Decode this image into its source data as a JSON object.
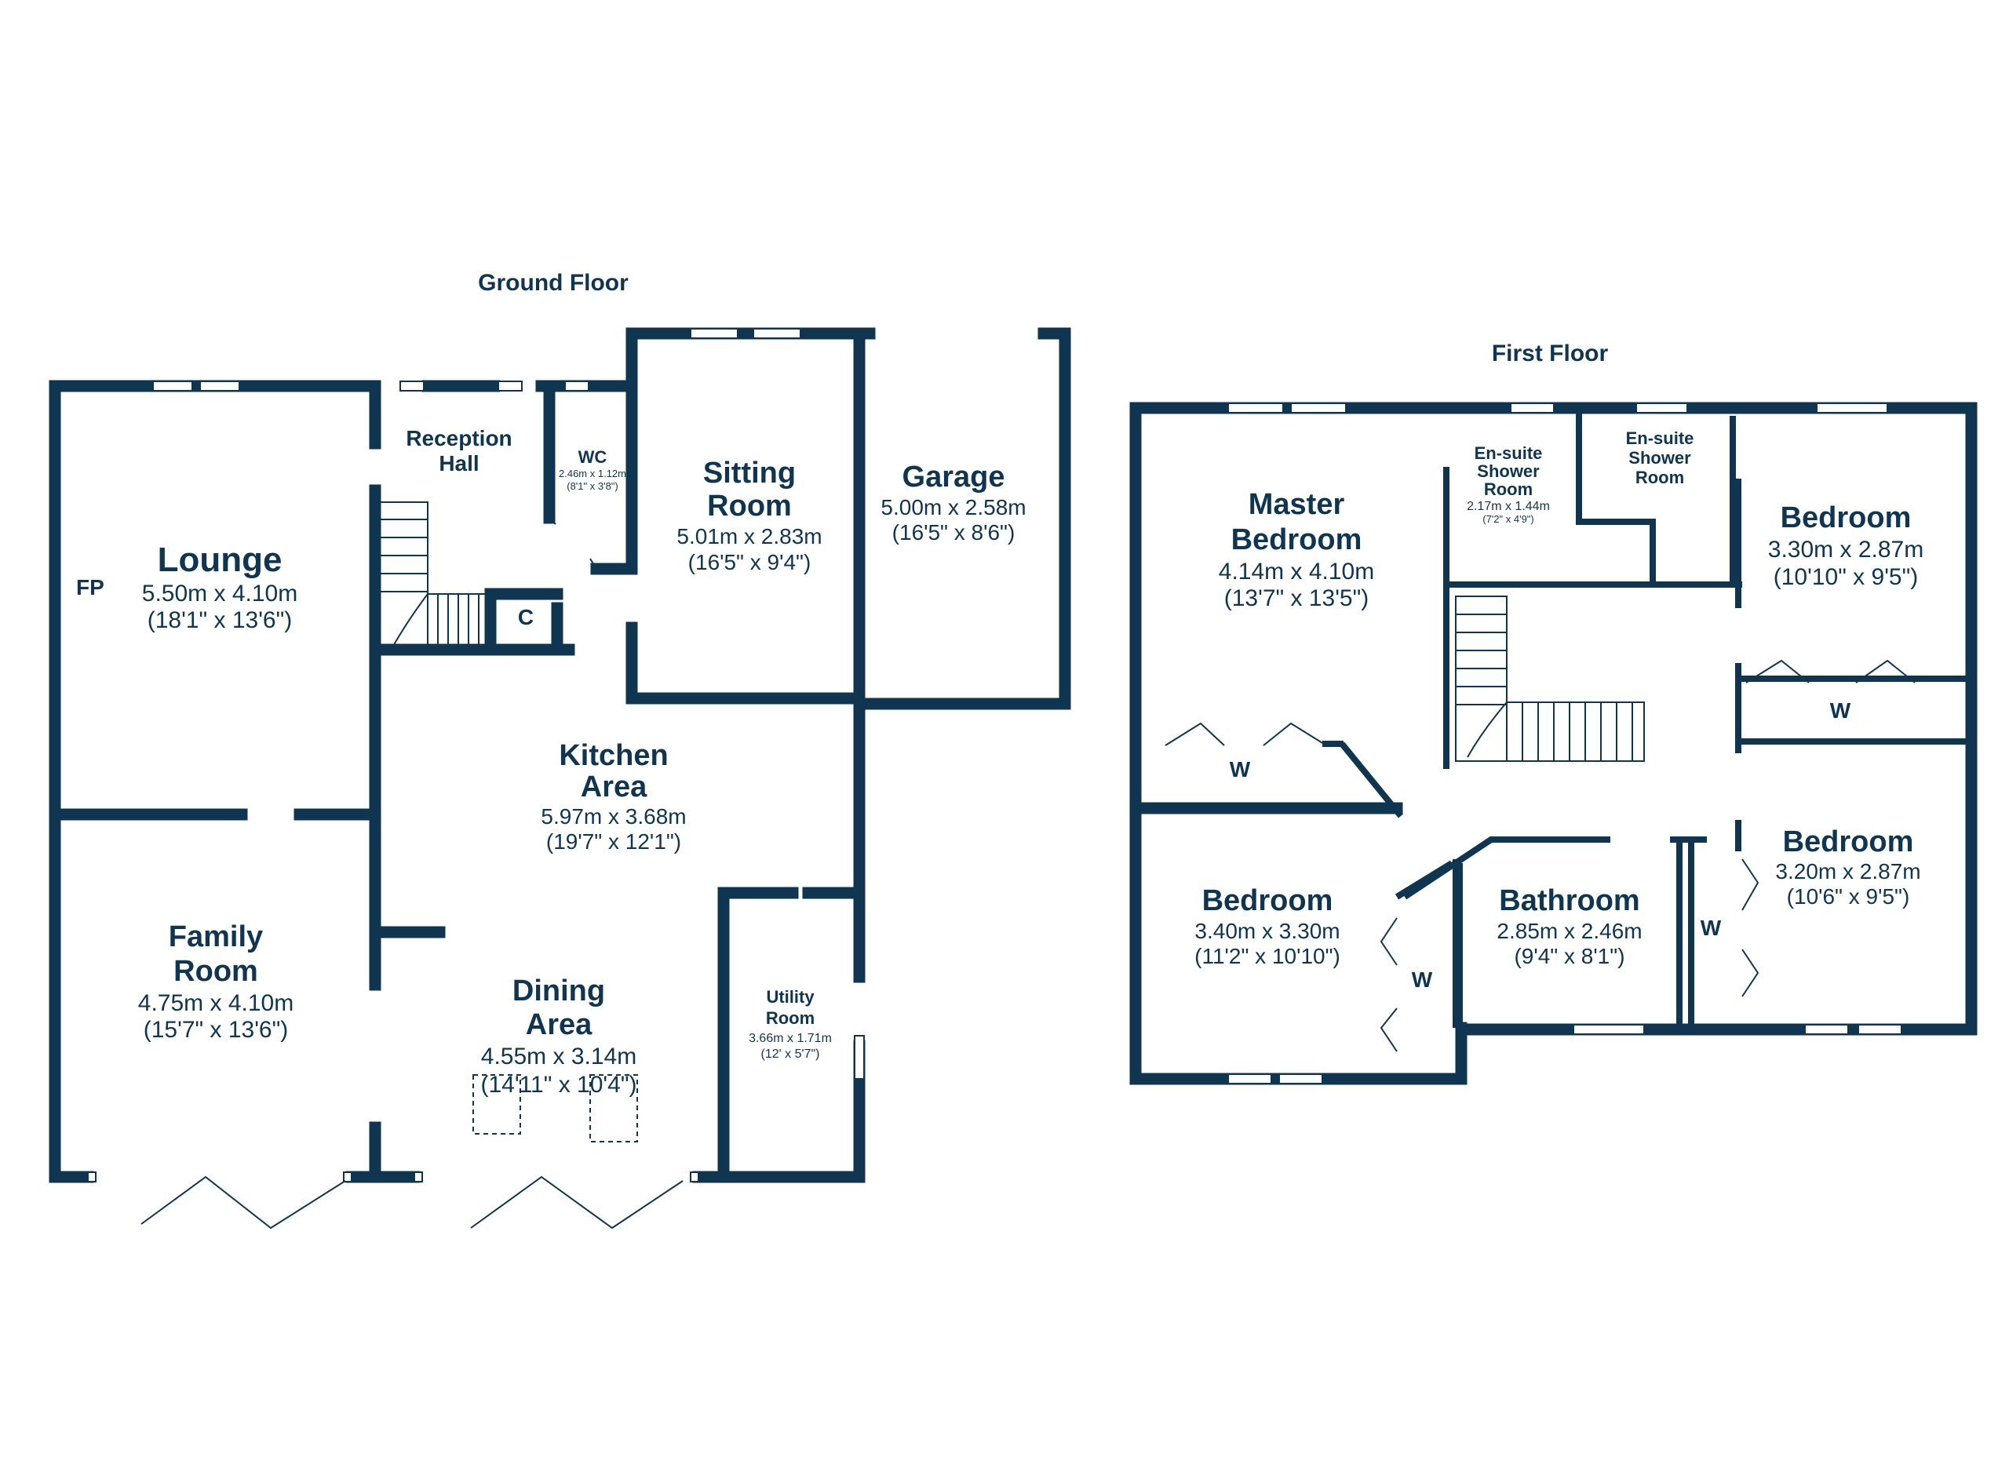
{
  "ground_floor": {
    "title": "Ground Floor",
    "rooms": [
      {
        "key": "lounge",
        "name": [
          "Lounge"
        ],
        "metric": "5.50m x 4.10m",
        "imperial": "(18'1\" x 13'6\")"
      },
      {
        "key": "family",
        "name": [
          "Family",
          "Room"
        ],
        "metric": "4.75m x 4.10m",
        "imperial": "(15'7\" x 13'6\")"
      },
      {
        "key": "reception",
        "name": [
          "Reception",
          "Hall"
        ]
      },
      {
        "key": "wc",
        "name": [
          "WC"
        ],
        "metric": "2.46m x 1.12m",
        "imperial": "(8'1\" x 3'8\")"
      },
      {
        "key": "sitting",
        "name": [
          "Sitting",
          "Room"
        ],
        "metric": "5.01m x 2.83m",
        "imperial": "(16'5\" x 9'4\")"
      },
      {
        "key": "garage",
        "name": [
          "Garage"
        ],
        "metric": "5.00m x 2.58m",
        "imperial": "(16'5\" x 8'6\")"
      },
      {
        "key": "kitchen",
        "name": [
          "Kitchen",
          "Area"
        ],
        "metric": "5.97m x 3.68m",
        "imperial": "(19'7\" x 12'1\")"
      },
      {
        "key": "dining",
        "name": [
          "Dining",
          "Area"
        ],
        "metric": "4.55m x 3.14m",
        "imperial": "(14'11\" x 10'4\")"
      },
      {
        "key": "utility",
        "name": [
          "Utility",
          "Room"
        ],
        "metric": "3.66m x 1.71m",
        "imperial": "(12' x 5'7\")"
      }
    ],
    "marks": {
      "fireplace": "FP",
      "cupboard": "C"
    }
  },
  "first_floor": {
    "title": "First Floor",
    "rooms": [
      {
        "key": "master",
        "name": [
          "Master",
          "Bedroom"
        ],
        "metric": "4.14m x 4.10m",
        "imperial": "(13'7\" x 13'5\")"
      },
      {
        "key": "ensuite1",
        "name": [
          "En-suite",
          "Shower",
          "Room"
        ],
        "metric": "2.17m x 1.44m",
        "imperial": "(7'2\" x 4'9\")"
      },
      {
        "key": "ensuite2",
        "name": [
          "En-suite",
          "Shower",
          "Room"
        ]
      },
      {
        "key": "bedroom_ne",
        "name": [
          "Bedroom"
        ],
        "metric": "3.30m x 2.87m",
        "imperial": "(10'10\" x 9'5\")"
      },
      {
        "key": "bedroom_sw",
        "name": [
          "Bedroom"
        ],
        "metric": "3.40m x 3.30m",
        "imperial": "(11'2\" x 10'10\")"
      },
      {
        "key": "bathroom",
        "name": [
          "Bathroom"
        ],
        "metric": "2.85m x 2.46m",
        "imperial": "(9'4\" x 8'1\")"
      },
      {
        "key": "bedroom_se",
        "name": [
          "Bedroom"
        ],
        "metric": "3.20m x 2.87m",
        "imperial": "(10'6\" x 9'5\")"
      }
    ],
    "marks": {
      "wardrobe": "W"
    }
  },
  "colors": {
    "wall": "#0f3550",
    "background": "#ffffff"
  }
}
